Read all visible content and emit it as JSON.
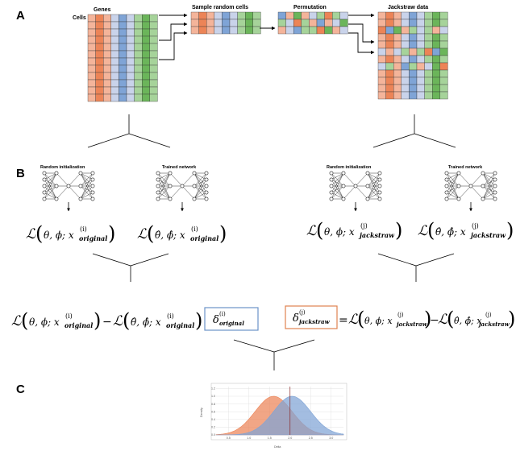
{
  "panels": {
    "a": "A",
    "b": "B",
    "c": "C"
  },
  "panel_a": {
    "genes_label": "Genes",
    "cells_label": "Cells",
    "sample_title": "Sample random cells",
    "permutation_title": "Permutation",
    "jackstraw_title": "Jackstraw data",
    "gene_colors": [
      "#f4b49a",
      "#ec8457",
      "#f4b49a",
      "#c9d3ea",
      "#7fa4d6",
      "#c9d3ea",
      "#a6d39a",
      "#6bb55a",
      "#a6d39a"
    ]
  },
  "panel_b": {
    "left_random_label": "Random initialization",
    "left_trained_label": "Trained network",
    "right_random_label": "Random initialization",
    "right_trained_label": "Trained network",
    "loss_symbol": "ℒ",
    "params_random": "θ, ϕ; x",
    "params_trained": "θ̂, ϕ̂; x",
    "sup_i": "(i)",
    "sup_j": "(j)",
    "sub_original": "original",
    "sub_jackstraw": "jackstraw",
    "minus": "−",
    "equals": "=",
    "delta": "δ",
    "box_original_color": "#6b93c8",
    "box_jackstraw_color": "#e0834f"
  },
  "panel_c": {
    "ylabel": "Density",
    "xlabel": "Delta",
    "xticks": [
      "0.5",
      "1.0",
      "1.5",
      "2.0",
      "2.5",
      "3.0"
    ],
    "yticks": [
      "0.0",
      "0.2",
      "0.4",
      "0.6",
      "0.8",
      "1.0",
      "1.2"
    ],
    "series": [
      {
        "color": "#ec8457",
        "mean": 1.6,
        "sd": 0.45,
        "peak": 1.0
      },
      {
        "color": "#7fa4d6",
        "mean": 2.05,
        "sd": 0.45,
        "peak": 1.0
      }
    ],
    "vline_x": 2.0
  }
}
